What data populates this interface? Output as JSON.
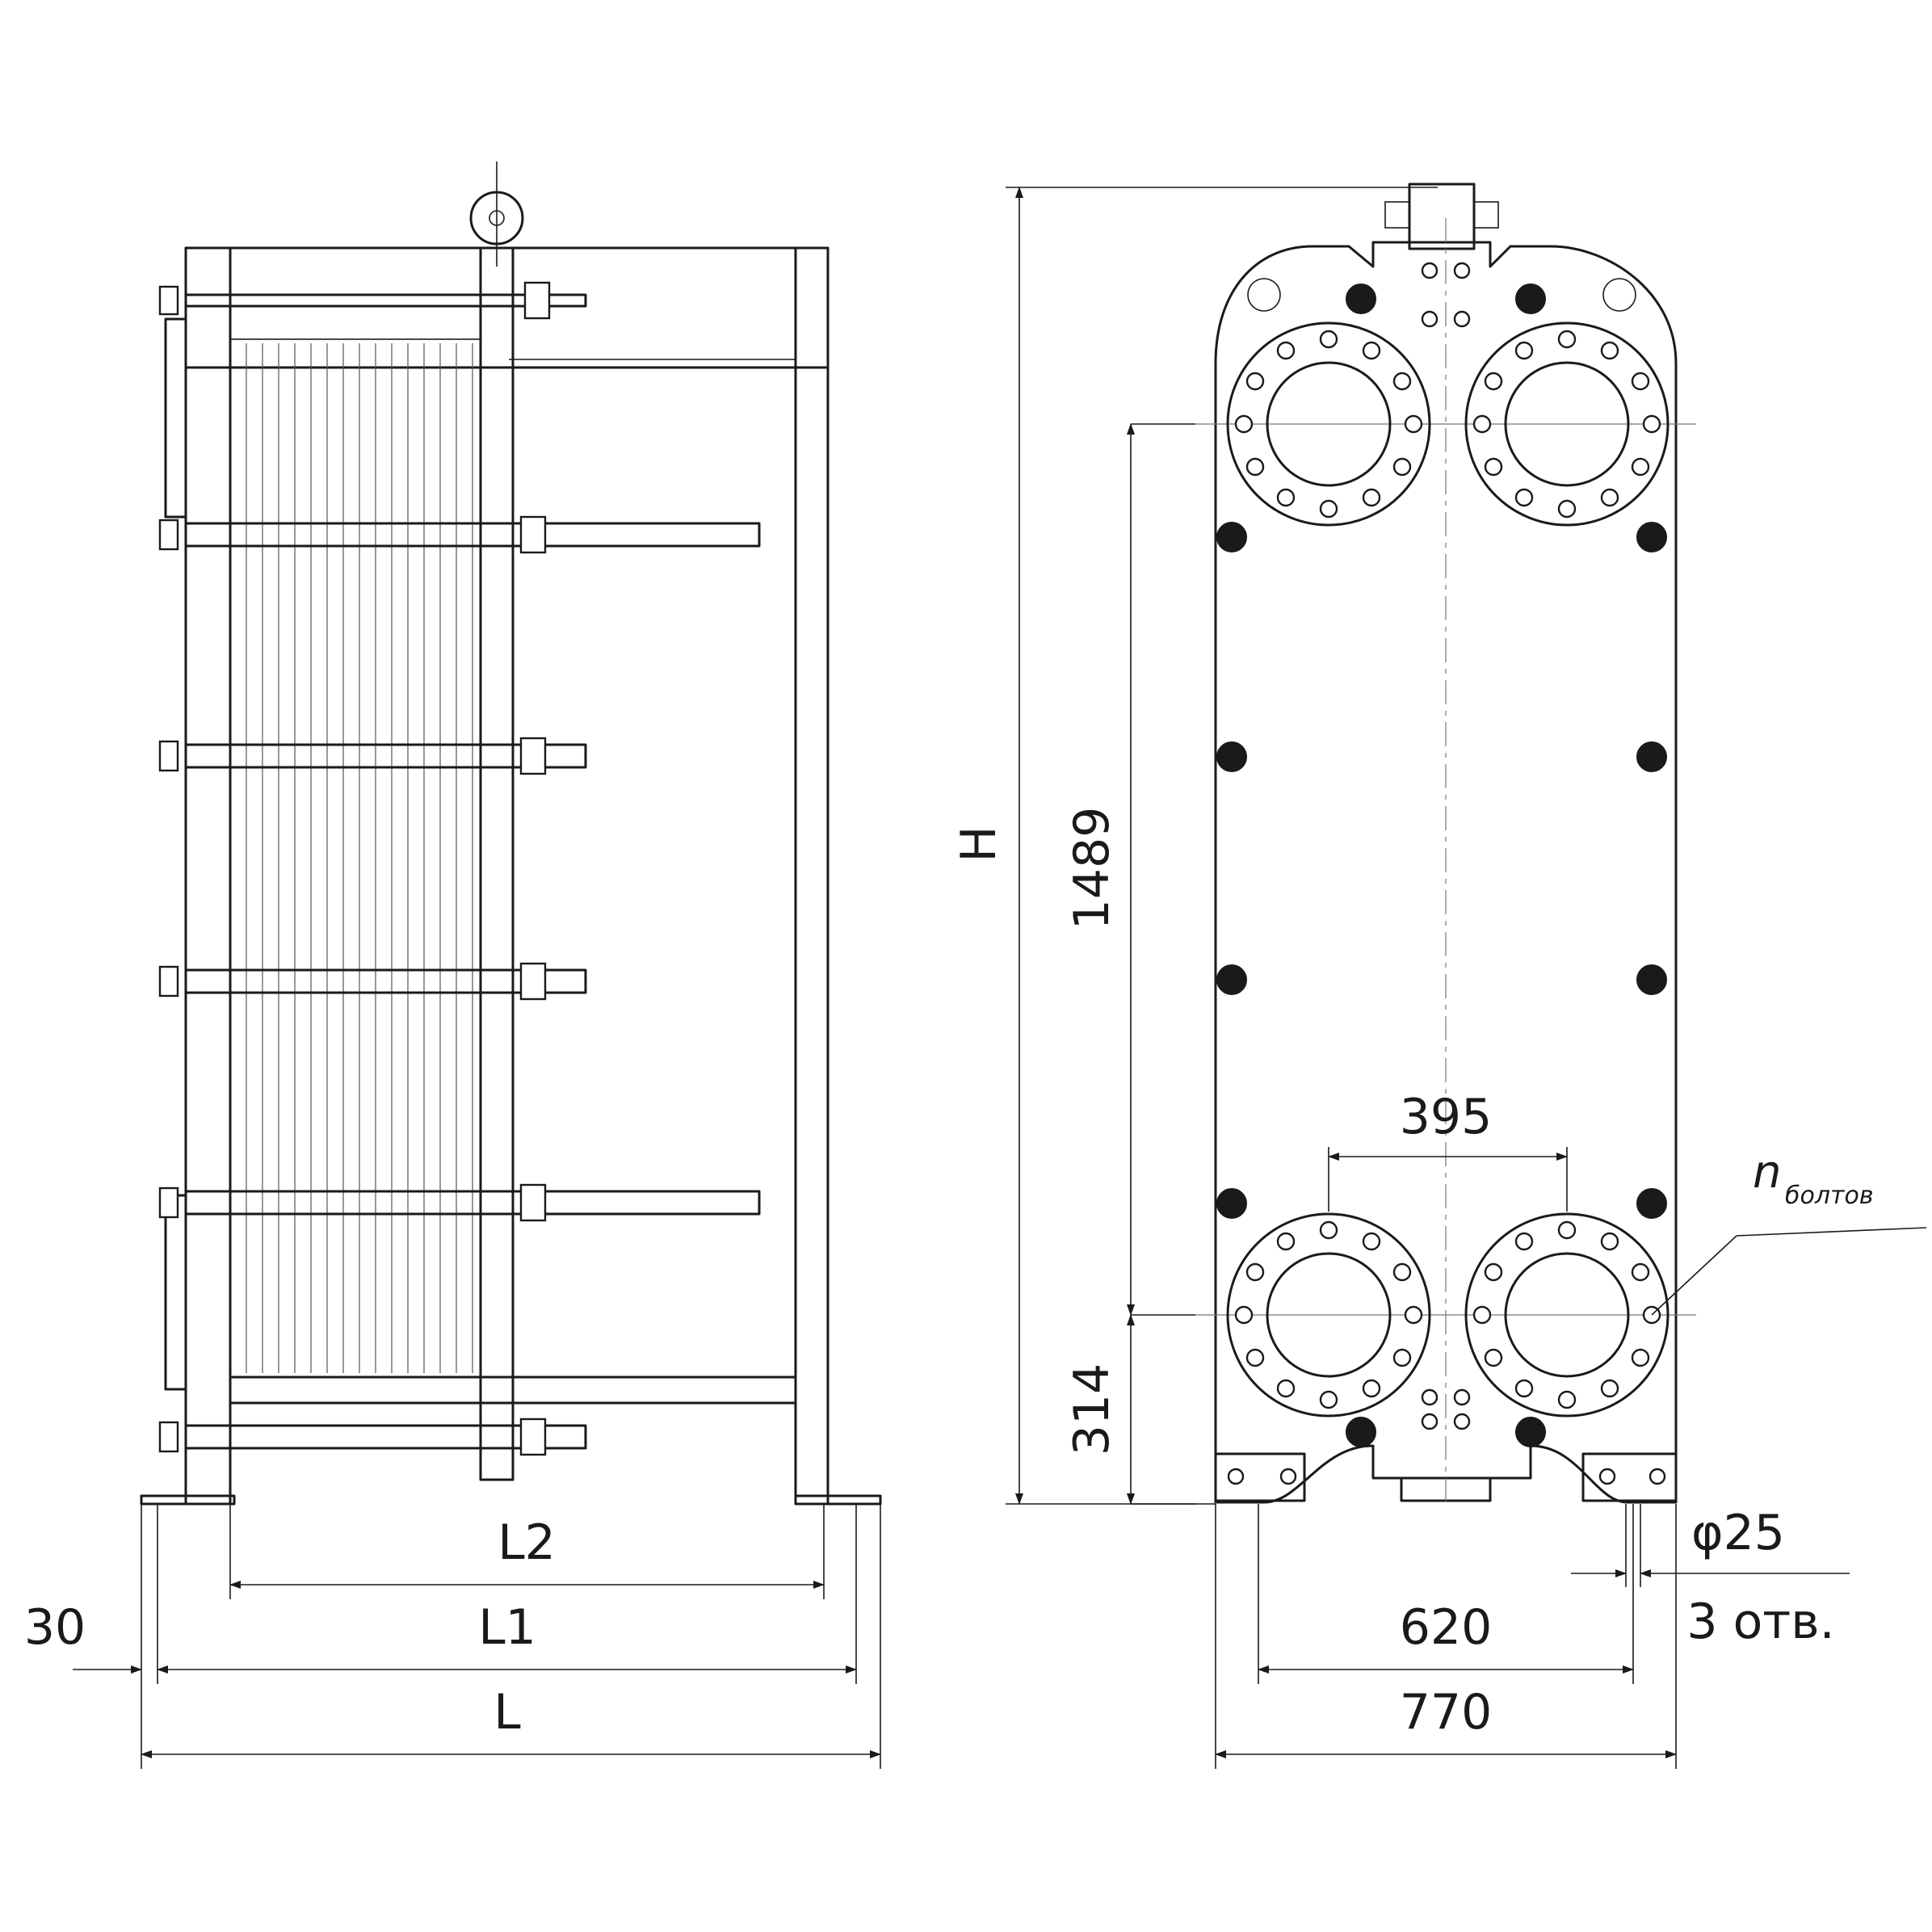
{
  "side_view": {
    "dims": {
      "l2": "L2",
      "l1": "L1",
      "l": "L",
      "offset": "30"
    }
  },
  "front_view": {
    "dims": {
      "height": "H",
      "port_vertical": "1489",
      "port_bottom": "314",
      "port_horizontal": "395",
      "foot_bolts": "620",
      "width": "770",
      "hole_diameter": "φ25",
      "hole_count": "3 отв."
    },
    "bolt_note": {
      "letter": "n",
      "subscript": "болтов"
    }
  }
}
